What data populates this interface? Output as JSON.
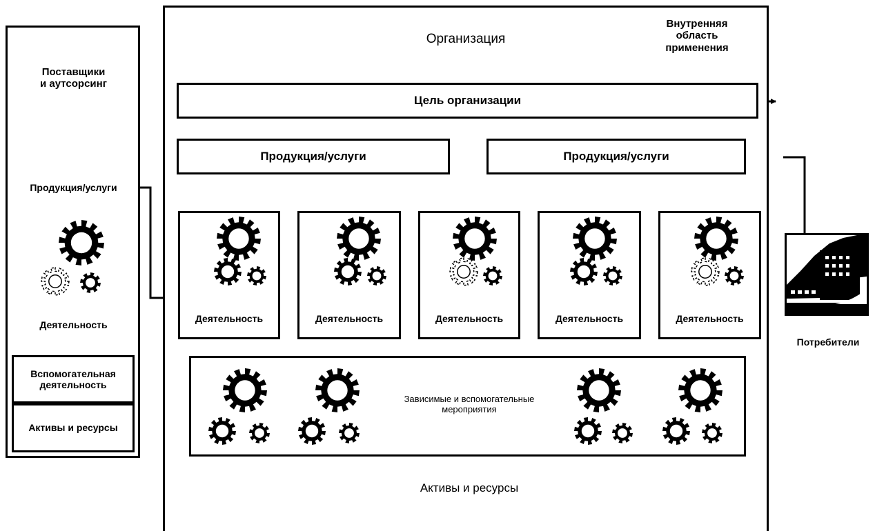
{
  "suppliers": {
    "title": "Поставщики\nи аутсорсинг",
    "product": "Продукция/услуги",
    "activity": "Деятельность",
    "support_activity": "Вспомогательная\nдеятельность",
    "assets": "Активы и ресурсы"
  },
  "organization": {
    "title": "Организация",
    "scope": "Внутренняя\nобласть\nприменения",
    "goal": "Цель организации",
    "products": [
      "Продукция/услуги",
      "Продукция/услуги"
    ],
    "activities": [
      "Деятельность",
      "Деятельность",
      "Деятельность",
      "Деятельность",
      "Деятельность"
    ],
    "dependent": "Зависимые и вспомогательные\nмероприятия",
    "assets": "Активы и ресурсы"
  },
  "consumers": {
    "label": "Потребители"
  },
  "icons": {
    "gear": "gear-icon",
    "gear_partial": "gear-partial-icon",
    "building": "building-icon"
  }
}
